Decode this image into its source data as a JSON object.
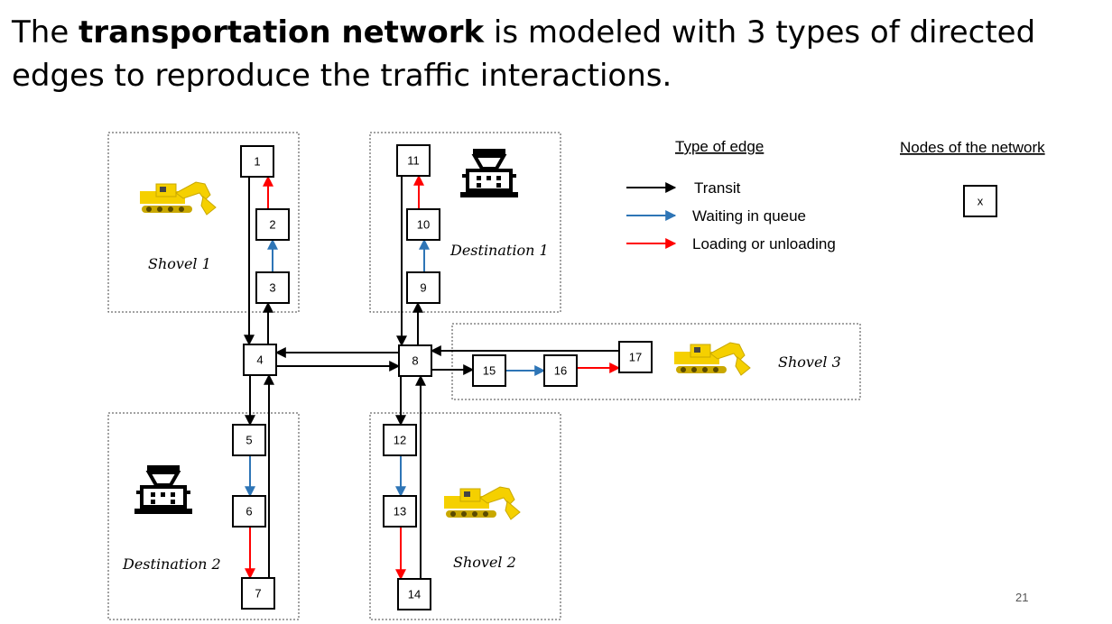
{
  "title": {
    "prefix": "The ",
    "bold": "transportation network",
    "suffix": " is modeled with 3 types of directed edges to reproduce the traffic interactions."
  },
  "legend": {
    "edge_header": "Type of edge",
    "node_header": "Nodes of the network",
    "node_example": "x",
    "edges": [
      {
        "label": "Transit",
        "color": "#000000"
      },
      {
        "label": "Waiting in queue",
        "color": "#2e75b6"
      },
      {
        "label": "Loading or unloading",
        "color": "#ff0000"
      }
    ]
  },
  "regions": {
    "shovel1": "Shovel 1",
    "destination1": "Destination 1",
    "destination2": "Destination 2",
    "shovel2": "Shovel 2",
    "shovel3": "Shovel 3"
  },
  "nodes": [
    "1",
    "2",
    "3",
    "4",
    "5",
    "6",
    "7",
    "8",
    "9",
    "10",
    "11",
    "12",
    "13",
    "14",
    "15",
    "16",
    "17"
  ],
  "edges": [
    {
      "from": "1",
      "to": "4",
      "type": "transit"
    },
    {
      "from": "3",
      "to": "2",
      "type": "queue"
    },
    {
      "from": "2",
      "to": "1",
      "type": "loading"
    },
    {
      "from": "4",
      "to": "3",
      "type": "transit"
    },
    {
      "from": "11",
      "to": "8",
      "type": "transit"
    },
    {
      "from": "9",
      "to": "10",
      "type": "queue"
    },
    {
      "from": "10",
      "to": "11",
      "type": "loading"
    },
    {
      "from": "8",
      "to": "9",
      "type": "transit"
    },
    {
      "from": "4",
      "to": "8",
      "type": "transit"
    },
    {
      "from": "8",
      "to": "4",
      "type": "transit"
    },
    {
      "from": "4",
      "to": "5",
      "type": "transit"
    },
    {
      "from": "5",
      "to": "6",
      "type": "queue"
    },
    {
      "from": "6",
      "to": "7",
      "type": "loading"
    },
    {
      "from": "7",
      "to": "4",
      "type": "transit"
    },
    {
      "from": "8",
      "to": "12",
      "type": "transit"
    },
    {
      "from": "12",
      "to": "13",
      "type": "queue"
    },
    {
      "from": "13",
      "to": "14",
      "type": "loading"
    },
    {
      "from": "14",
      "to": "8",
      "type": "transit"
    },
    {
      "from": "8",
      "to": "15",
      "type": "transit"
    },
    {
      "from": "15",
      "to": "16",
      "type": "queue"
    },
    {
      "from": "16",
      "to": "17",
      "type": "loading"
    },
    {
      "from": "17",
      "to": "8",
      "type": "transit"
    }
  ],
  "colors": {
    "transit": "#000000",
    "queue": "#2e75b6",
    "loading": "#ff0000",
    "shovel": "#f5d000"
  },
  "page_number": "21"
}
